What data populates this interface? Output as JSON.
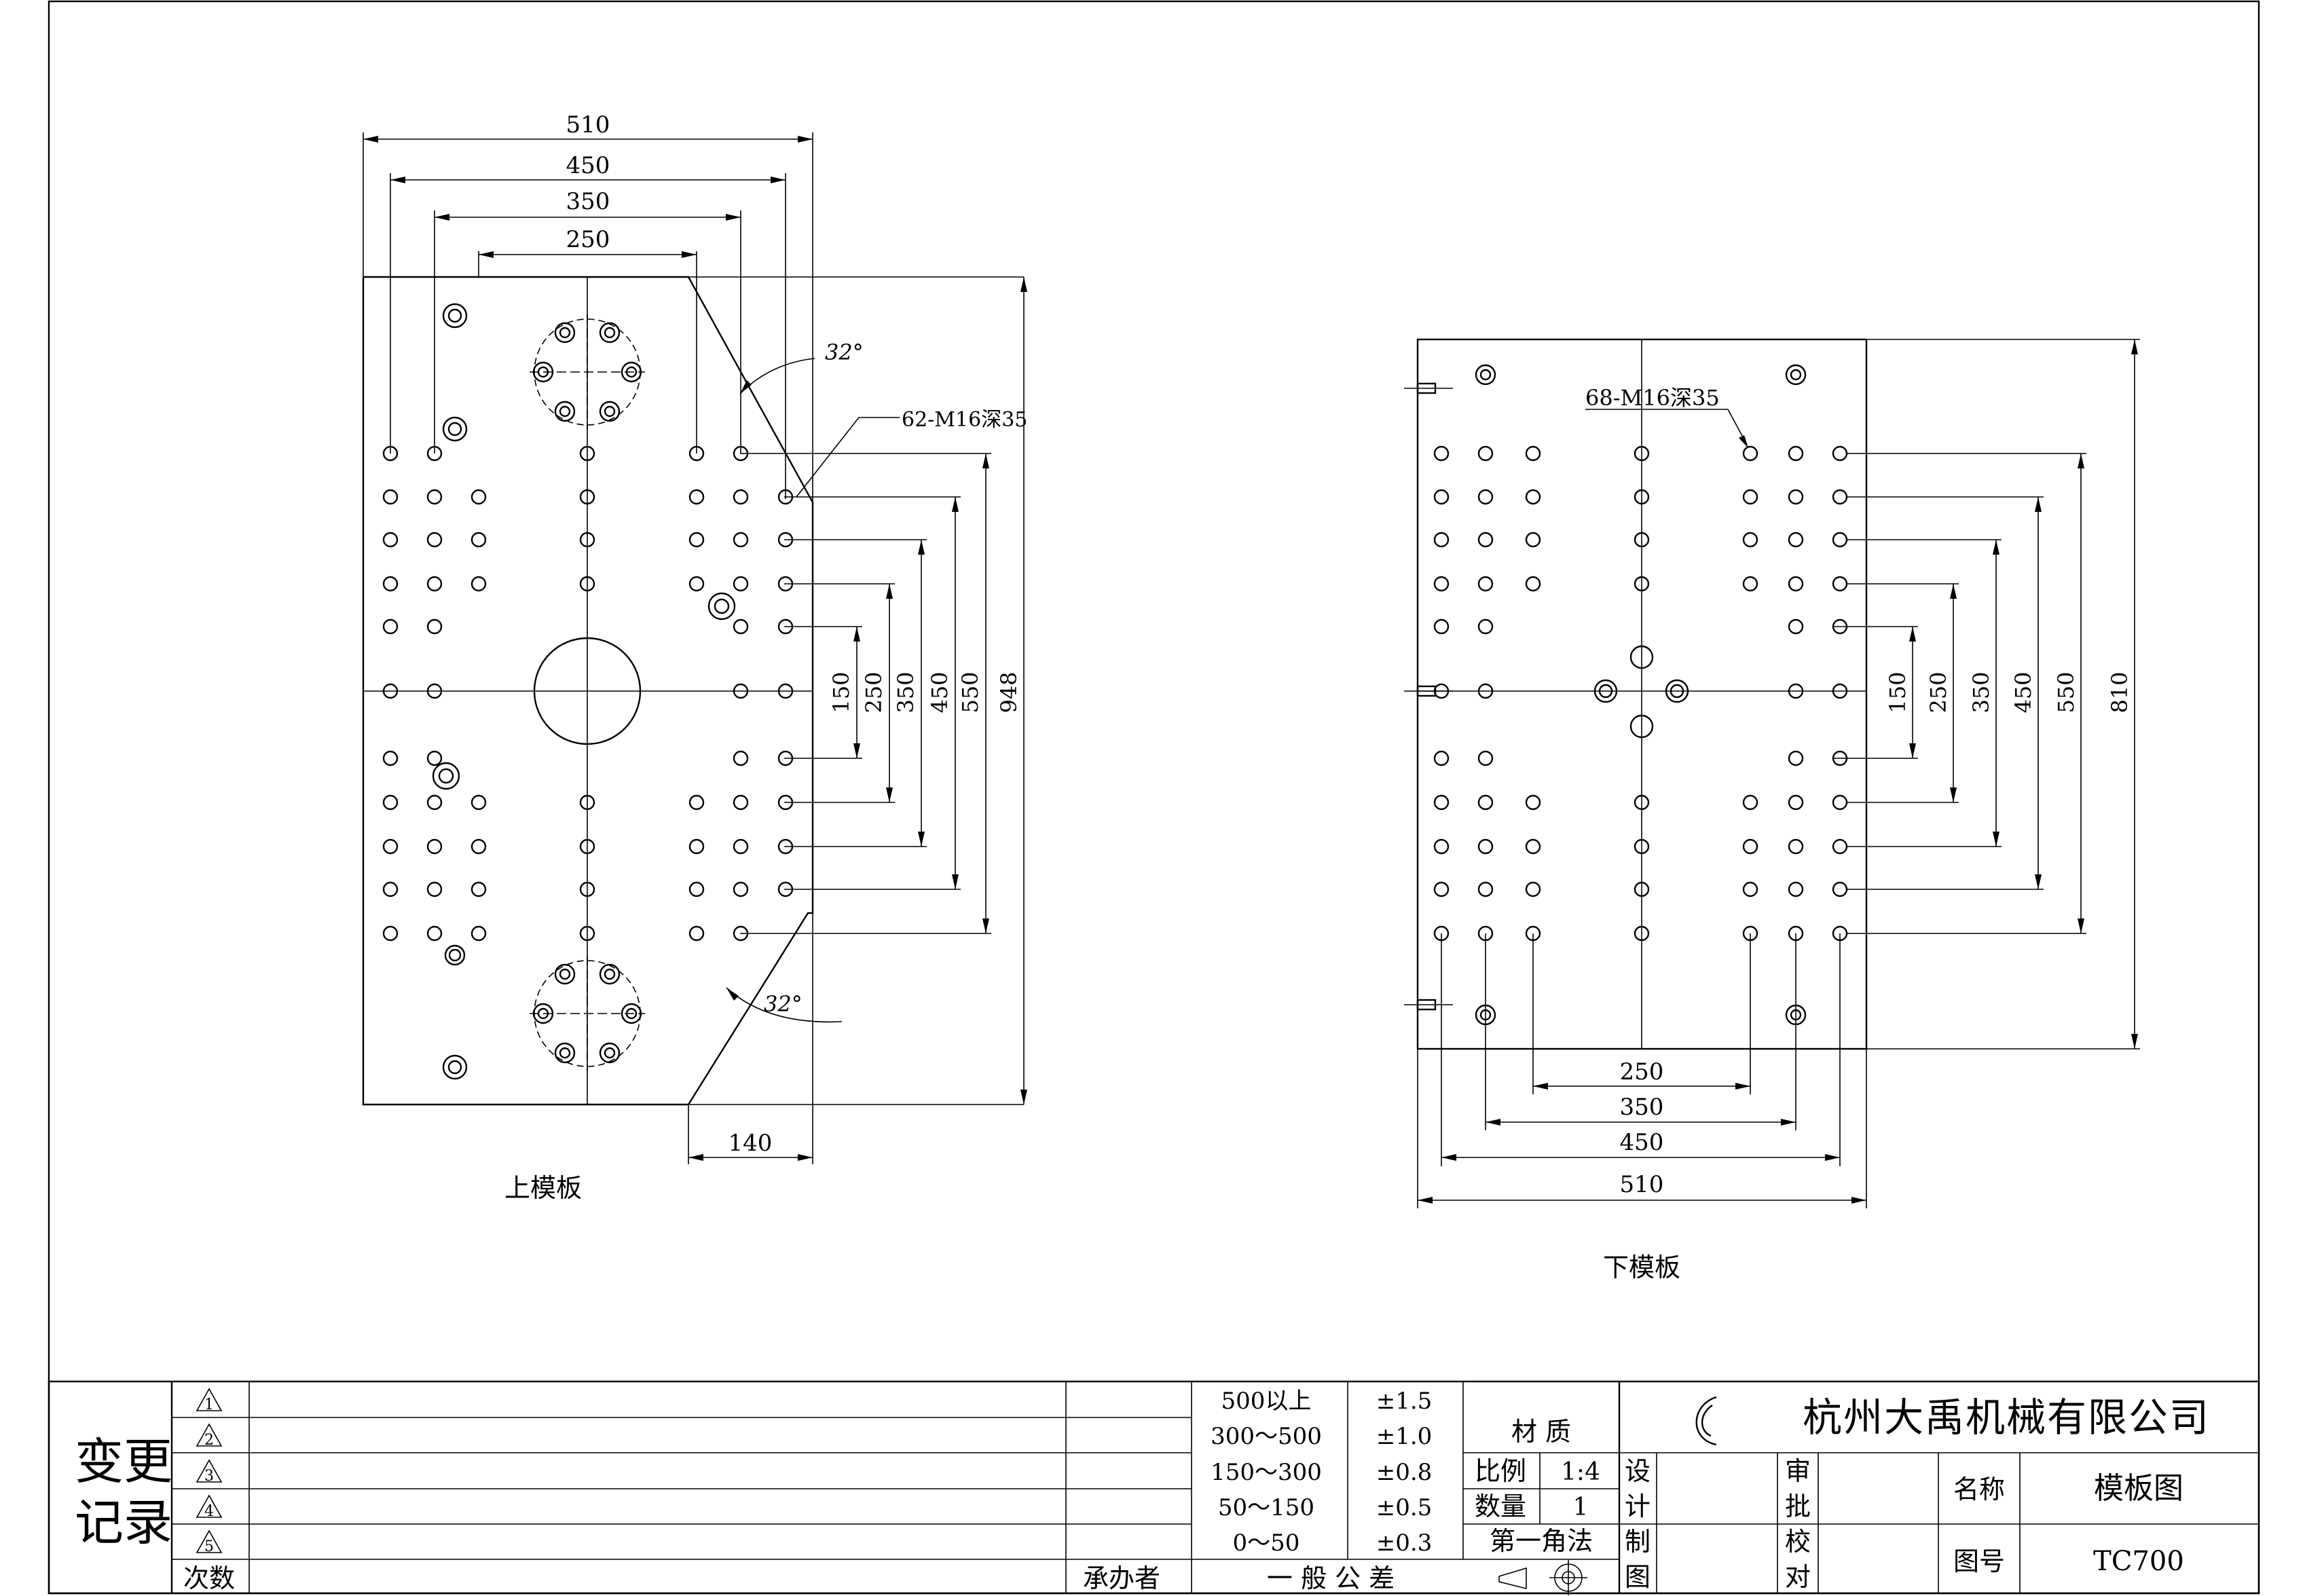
{
  "upper_plate": {
    "caption": "上模板",
    "dims_top": [
      "510",
      "450",
      "350",
      "250"
    ],
    "dims_right": [
      "150",
      "250",
      "350",
      "450",
      "550"
    ],
    "overall_height": "948",
    "bottom_dim": "140",
    "angle_top": "32°",
    "angle_bottom": "32°",
    "hole_note": "62-M16深35"
  },
  "lower_plate": {
    "caption": "下模板",
    "dims_bottom": [
      "250",
      "350",
      "450",
      "510"
    ],
    "dims_right": [
      "150",
      "250",
      "350",
      "450",
      "550"
    ],
    "overall_height": "810",
    "hole_note": "68-M16深35"
  },
  "title_block": {
    "change_record_line1": "变更",
    "change_record_line2": "记录",
    "revision_marks": [
      "1",
      "2",
      "3",
      "4",
      "5"
    ],
    "count_label": "次数",
    "handler_label": "承办者",
    "tolerance_header": "一 般 公 差",
    "tolerance_ranges": [
      "500以上",
      "300～500",
      "150～300",
      "50～150",
      "0～50"
    ],
    "tolerance_values": [
      "±1.5",
      "±1.0",
      "±0.8",
      "±0.5",
      "±0.3"
    ],
    "material_label": "材  质",
    "scale_label": "比例",
    "scale_value": "1:4",
    "quantity_label": "数量",
    "quantity_value": "1",
    "projection_label": "第一角法",
    "company": "杭州大禹机械有限公司",
    "design_label": [
      "设",
      "计"
    ],
    "draw_label": [
      "制",
      "图"
    ],
    "review_label": [
      "审",
      "批"
    ],
    "check_label": [
      "校",
      "对"
    ],
    "name_label": "名称",
    "name_value": "模板图",
    "drawing_no_label": "图号",
    "drawing_no_value": "TC700"
  }
}
